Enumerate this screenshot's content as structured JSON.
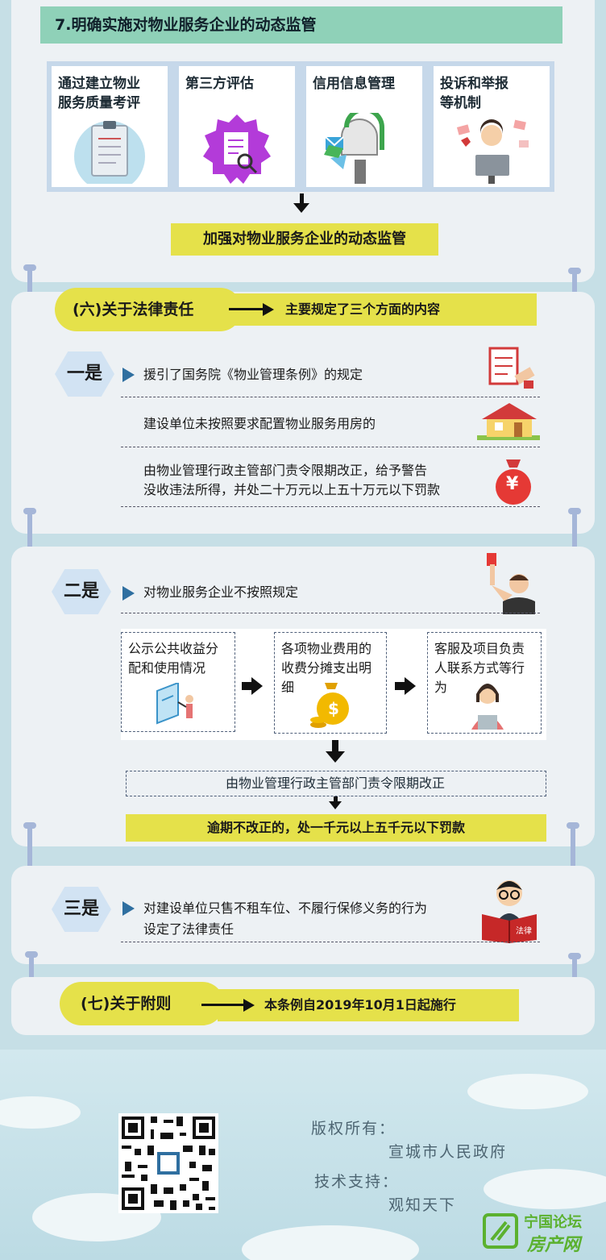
{
  "section7": {
    "title": "7.明确实施对物业服务企业的动态监管",
    "cards": [
      {
        "line1": "通过建立物业",
        "line2": "服务质量考评",
        "icon": "clipboard-icon"
      },
      {
        "line1": "第三方评估",
        "line2": "",
        "icon": "document-search-badge-icon"
      },
      {
        "line1": "信用信息管理",
        "line2": "",
        "icon": "mailbox-icon"
      },
      {
        "line1": "投诉和举报",
        "line2": "等机制",
        "icon": "customer-service-icon"
      }
    ],
    "result": "加强对物业服务企业的动态监管"
  },
  "section6": {
    "pill_label": "(六)关于法律责任",
    "pill_note": "主要规定了三个方面的内容"
  },
  "part1": {
    "badge": "一是",
    "line1": "援引了国务院《物业管理条例》的规定",
    "line2": "建设单位未按照要求配置物业服务用房的",
    "line3a": "由物业管理行政主管部门责令限期改正，给予警告",
    "line3b": "没收违法所得，并处二十万元以上五十万元以下罚款",
    "money_symbol": "¥"
  },
  "part2": {
    "badge": "二是",
    "line1": "对物业服务企业不按照规定",
    "boxes": [
      {
        "line1": "公示公共收益分",
        "line2": "配和使用情况"
      },
      {
        "line1": "各项物业费用的",
        "line2": "收费分摊支出明",
        "line3": "细"
      },
      {
        "line1": "客服及项目负责",
        "line2": "人联系方式等行",
        "line3": "为"
      }
    ],
    "dollar_symbol": "$",
    "order": "由物业管理行政主管部门责令限期改正",
    "penalty": "逾期不改正的，处一千元以上五千元以下罚款"
  },
  "part3": {
    "badge": "三是",
    "line1": "对建设单位只售不租车位、不履行保修义务的行为",
    "line2": "设定了法律责任",
    "book_text": "法律"
  },
  "section7b": {
    "pill_label": "(七)关于附则",
    "pill_note": "本条例自2019年10月1日起施行"
  },
  "footer": {
    "copyright_label": "版权所有：",
    "copyright_owner": "宣城市人民政府",
    "tech_label": "技术支持：",
    "tech_owner": "观知天下",
    "brand_line1": "宁国论坛",
    "brand_line2": "房产网"
  },
  "colors": {
    "yellow": "#e5e14a",
    "teal": "#8fd1b8",
    "panel": "#edf1f4",
    "connector": "#a5b6d8"
  }
}
